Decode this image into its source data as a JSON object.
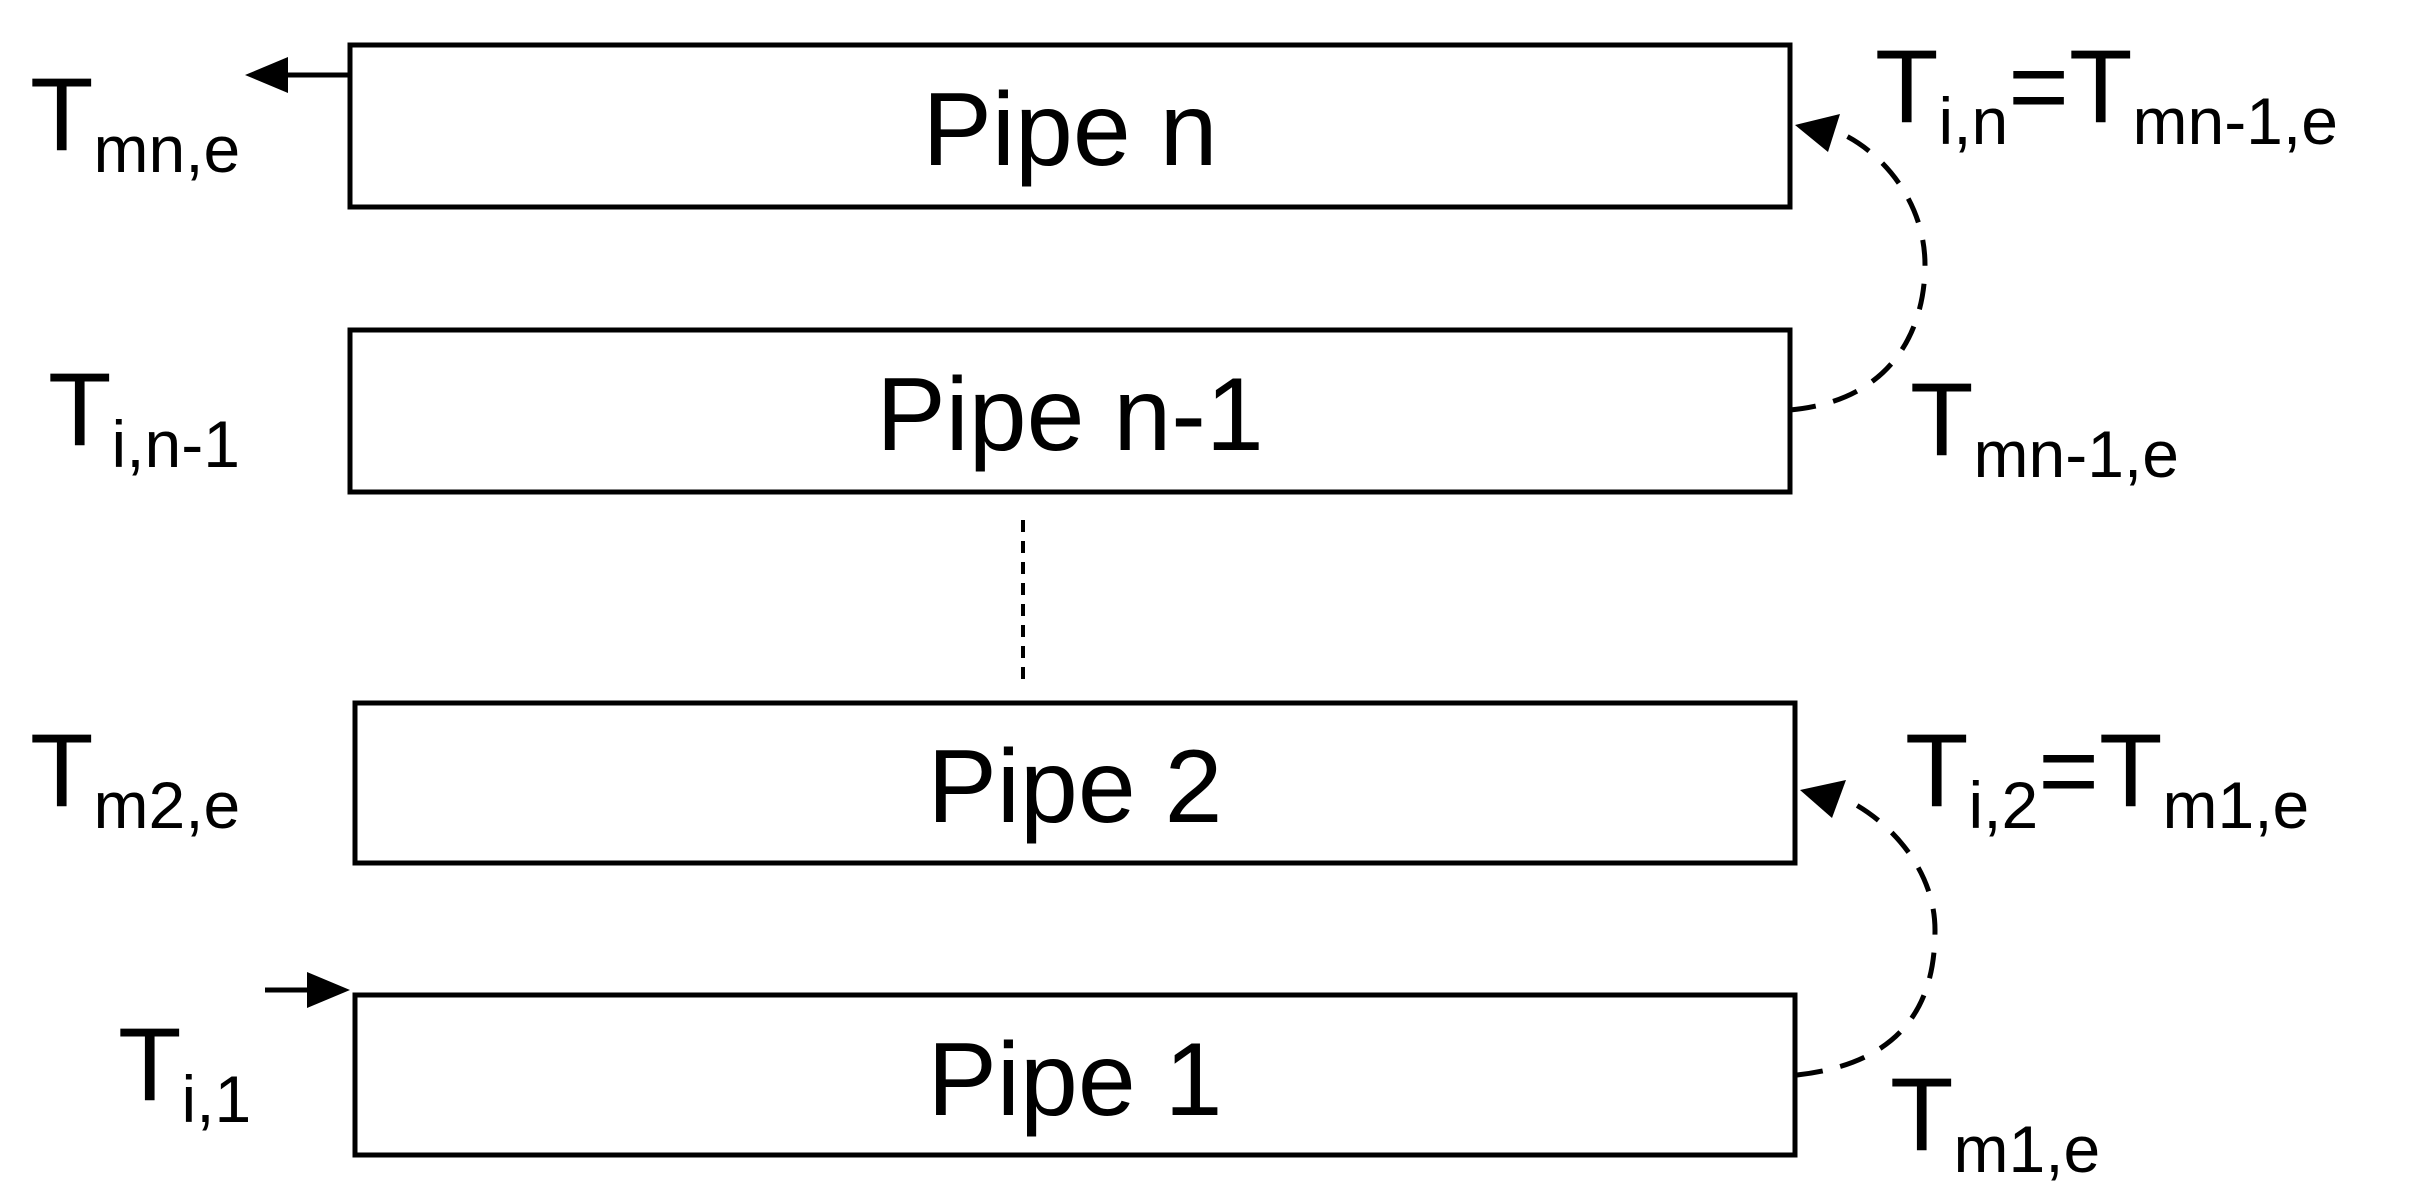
{
  "pipes": {
    "pipe_n": "Pipe n",
    "pipe_n_minus_1": "Pipe n-1",
    "pipe_2": "Pipe 2",
    "pipe_1": "Pipe 1"
  },
  "labels": {
    "outlet_n": {
      "main": "T",
      "sub": "mn,e"
    },
    "inlet_n": {
      "main1": "T",
      "sub1": "i,n",
      "eq": "=",
      "main2": "T",
      "sub2": "mn-1,e"
    },
    "inlet_n_minus_1": {
      "main": "T",
      "sub": "i,n-1"
    },
    "outlet_n_minus_1": {
      "main": "T",
      "sub": "mn-1,e"
    },
    "outlet_2": {
      "main": "T",
      "sub": "m2,e"
    },
    "inlet_2": {
      "main1": "T",
      "sub1": "i,2",
      "eq": "=",
      "main2": "T",
      "sub2": "m1,e"
    },
    "inlet_1": {
      "main": "T",
      "sub": "i,1"
    },
    "outlet_1": {
      "main": "T",
      "sub": "m1,e"
    }
  }
}
